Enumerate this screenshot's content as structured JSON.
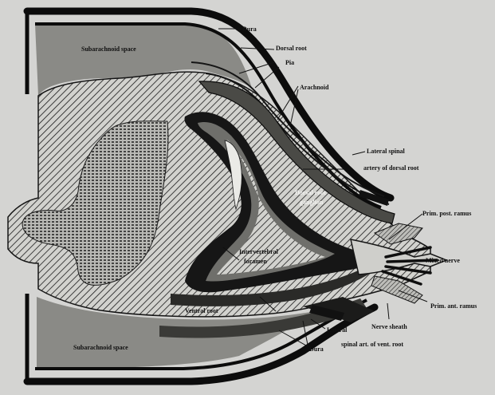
{
  "figure": {
    "labels": {
      "dura_top": "Dura",
      "dorsal_root": "Dorsal root",
      "pia": "Pia",
      "arachnoid": "Arachnoid",
      "subarachnoid_space_top": "Subarachnoid space",
      "lateral_spinal": "Lateral spinal",
      "artery_of_dorsal_root": "artery of dorsal root",
      "dorsal_root_ganglion_line1": "Dorsal root",
      "dorsal_root_ganglion_line2": "ganglion",
      "prim_post_ramus": "Prim. post. ramus",
      "intervertebral_foramen_line1": "Intervertebral",
      "intervertebral_foramen_line2": "foramen",
      "mixed_nerve": "Mixed nerve",
      "ventral_root": "Ventral root",
      "prim_ant_ramus": "Prim. ant. ramus",
      "nerve_sheath": "Nerve sheath",
      "lateral_line1": "Lateral",
      "lateral_line2": "spinal art. of vent. root",
      "subarachnoid_space_bottom": "Subarachnoid space",
      "dura_bottom": "Dura"
    },
    "colors": {
      "background": "#d4d4d2",
      "ink": "#111111",
      "hatch_fill": "#cfcfcb",
      "space_fill": "#8a8a86",
      "sheath_fill": "#5c5c58"
    }
  }
}
